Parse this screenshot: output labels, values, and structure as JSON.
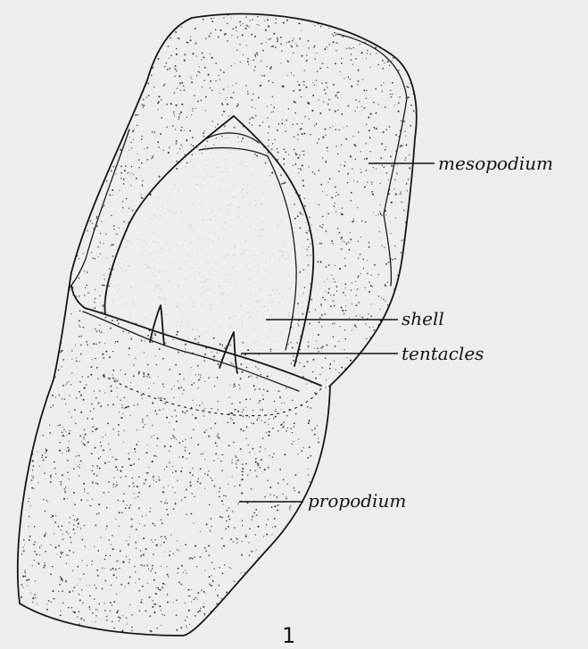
{
  "figure": {
    "number": "1",
    "labels": {
      "mesopodium": "mesopodium",
      "shell": "shell",
      "tentacles": "tentacles",
      "propodium": "propodium"
    }
  },
  "colors": {
    "background": "#ededed",
    "ink": "#161616"
  }
}
